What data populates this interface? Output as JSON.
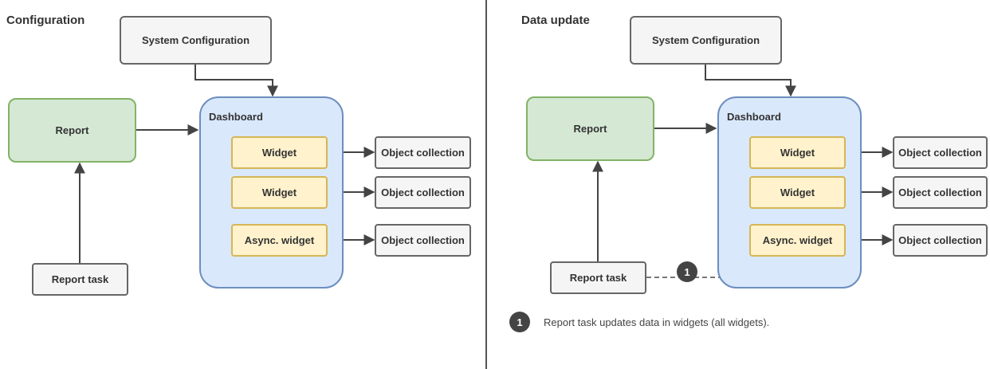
{
  "left": {
    "title": "Configuration",
    "system_configuration": "System Configuration",
    "report": "Report",
    "dashboard": "Dashboard",
    "widgets": [
      "Widget",
      "Widget",
      "Async. widget"
    ],
    "collections": [
      "Object collection",
      "Object collection",
      "Object collection"
    ],
    "report_task": "Report task"
  },
  "right": {
    "title": "Data update",
    "system_configuration": "System Configuration",
    "report": "Report",
    "dashboard": "Dashboard",
    "widgets": [
      "Widget",
      "Widget",
      "Async. widget"
    ],
    "collections": [
      "Object collection",
      "Object collection",
      "Object collection"
    ],
    "report_task": "Report task",
    "step_badge": "1",
    "legend": {
      "badge": "1",
      "text": "Report task updates data in widgets (all widgets)."
    }
  },
  "colors": {
    "report_fill": "#d5e8d4",
    "report_border": "#82b366",
    "dashboard_fill": "#dae8fc",
    "dashboard_border": "#6c8ebf",
    "widget_fill": "#fff2cc",
    "widget_border": "#d6b656",
    "grey_fill": "#f5f5f5",
    "grey_border": "#666666"
  }
}
